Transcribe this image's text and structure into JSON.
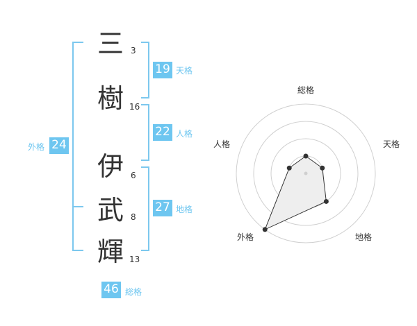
{
  "name": {
    "characters": [
      {
        "char": "三",
        "strokes": "3"
      },
      {
        "char": "樹",
        "strokes": "16"
      },
      {
        "char": "伊",
        "strokes": "6"
      },
      {
        "char": "武",
        "strokes": "8"
      },
      {
        "char": "輝",
        "strokes": "13"
      }
    ]
  },
  "fortunes": {
    "tenkaku": {
      "value": "19",
      "label": "天格"
    },
    "jinkaku": {
      "value": "22",
      "label": "人格"
    },
    "chikaku": {
      "value": "27",
      "label": "地格"
    },
    "gaikaku": {
      "value": "24",
      "label": "外格"
    },
    "soukaku": {
      "value": "46",
      "label": "総格"
    }
  },
  "colors": {
    "accent": "#6ec6f0",
    "text": "#333333",
    "radar_fill": "#eeeeee"
  },
  "chart_data": {
    "type": "radar",
    "axes": [
      "総格",
      "天格",
      "地格",
      "外格",
      "人格"
    ],
    "levels": 4,
    "values": [
      1,
      1,
      2,
      4,
      1
    ],
    "max": 4
  }
}
